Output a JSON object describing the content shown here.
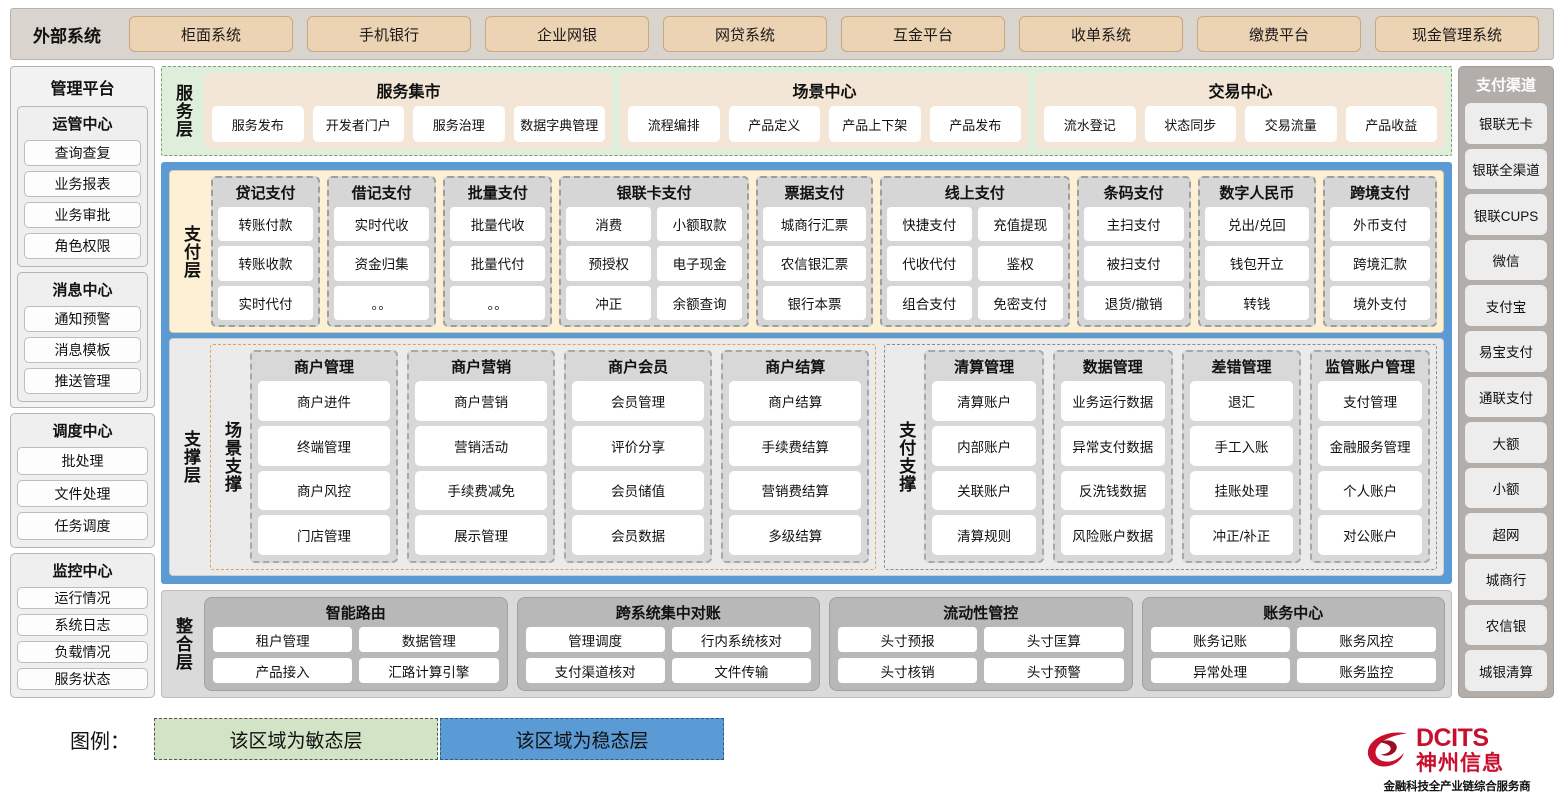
{
  "external": {
    "title": "外部系统",
    "items": [
      "柜面系统",
      "手机银行",
      "企业网银",
      "网贷系统",
      "互金平台",
      "收单系统",
      "缴费平台",
      "现金管理系统"
    ]
  },
  "management": {
    "title": "管理平台",
    "groups": [
      {
        "title": "运管中心",
        "items": [
          "查询查复",
          "业务报表",
          "业务审批",
          "角色权限"
        ]
      },
      {
        "title": "消息中心",
        "items": [
          "通知预警",
          "消息模板",
          "推送管理"
        ]
      }
    ],
    "standalone": [
      {
        "title": "调度中心",
        "items": [
          "批处理",
          "文件处理",
          "任务调度"
        ]
      },
      {
        "title": "监控中心",
        "items": [
          "运行情况",
          "系统日志",
          "负载情况",
          "服务状态"
        ]
      }
    ]
  },
  "service_layer": {
    "label": "服务层",
    "groups": [
      {
        "title": "服务集市",
        "items": [
          "服务发布",
          "开发者门户",
          "服务治理",
          "数据字典管理"
        ]
      },
      {
        "title": "场景中心",
        "items": [
          "流程编排",
          "产品定义",
          "产品上下架",
          "产品发布"
        ]
      },
      {
        "title": "交易中心",
        "items": [
          "流水登记",
          "状态同步",
          "交易流量",
          "产品收益"
        ]
      }
    ]
  },
  "payment_layer": {
    "label": "支付层",
    "groups": [
      {
        "title": "贷记支付",
        "cols": 1,
        "flex": 1.0,
        "items": [
          "转账付款",
          "转账收款",
          "实时代付"
        ]
      },
      {
        "title": "借记支付",
        "cols": 1,
        "flex": 1.0,
        "items": [
          "实时代收",
          "资金归集",
          "。。"
        ]
      },
      {
        "title": "批量支付",
        "cols": 1,
        "flex": 1.0,
        "items": [
          "批量代收",
          "批量代付",
          "。。"
        ]
      },
      {
        "title": "银联卡支付",
        "cols": 2,
        "flex": 1.85,
        "items": [
          "消费",
          "小额取款",
          "预授权",
          "电子现金",
          "冲正",
          "余额查询"
        ]
      },
      {
        "title": "票据支付",
        "cols": 1,
        "flex": 1.08,
        "items": [
          "城商行汇票",
          "农信银汇票",
          "银行本票"
        ]
      },
      {
        "title": "线上支付",
        "cols": 2,
        "flex": 1.85,
        "items": [
          "快捷支付",
          "充值提现",
          "代收代付",
          "鉴权",
          "组合支付",
          "免密支付"
        ]
      },
      {
        "title": "条码支付",
        "cols": 1,
        "flex": 1.05,
        "items": [
          "主扫支付",
          "被扫支付",
          "退货/撤销"
        ]
      },
      {
        "title": "数字人民币",
        "cols": 1,
        "flex": 1.1,
        "items": [
          "兑出/兑回",
          "钱包开立",
          "转钱"
        ]
      },
      {
        "title": "跨境支付",
        "cols": 1,
        "flex": 1.05,
        "items": [
          "外币支付",
          "跨境汇款",
          "境外支付"
        ]
      }
    ]
  },
  "support_layer": {
    "label": "支撑层",
    "sections": [
      {
        "label": "场景支撑",
        "groups": [
          {
            "title": "商户管理",
            "items": [
              "商户进件",
              "终端管理",
              "商户风控",
              "门店管理"
            ]
          },
          {
            "title": "商户营销",
            "items": [
              "商户营销",
              "营销活动",
              "手续费减免",
              "展示管理"
            ]
          },
          {
            "title": "商户会员",
            "items": [
              "会员管理",
              "评价分享",
              "会员储值",
              "会员数据"
            ]
          },
          {
            "title": "商户结算",
            "items": [
              "商户结算",
              "手续费结算",
              "营销费结算",
              "多级结算"
            ]
          }
        ]
      },
      {
        "label": "支付支撑",
        "groups": [
          {
            "title": "清算管理",
            "items": [
              "清算账户",
              "内部账户",
              "关联账户",
              "清算规则"
            ]
          },
          {
            "title": "数据管理",
            "items": [
              "业务运行数据",
              "异常支付数据",
              "反洗钱数据",
              "风险账户数据"
            ]
          },
          {
            "title": "差错管理",
            "items": [
              "退汇",
              "手工入账",
              "挂账处理",
              "冲正/补正"
            ]
          },
          {
            "title": "监管账户管理",
            "items": [
              "支付管理",
              "金融服务管理",
              "个人账户",
              "对公账户"
            ]
          }
        ]
      }
    ]
  },
  "integration_layer": {
    "label": "整合层",
    "groups": [
      {
        "title": "智能路由",
        "items": [
          "租户管理",
          "数据管理",
          "产品接入",
          "汇路计算引擎"
        ]
      },
      {
        "title": "跨系统集中对账",
        "items": [
          "管理调度",
          "行内系统核对",
          "支付渠道核对",
          "文件传输"
        ]
      },
      {
        "title": "流动性管控",
        "items": [
          "头寸预报",
          "头寸匡算",
          "头寸核销",
          "头寸预警"
        ]
      },
      {
        "title": "账务中心",
        "items": [
          "账务记账",
          "账务风控",
          "异常处理",
          "账务监控"
        ]
      }
    ]
  },
  "channels": {
    "title": "支付渠道",
    "items": [
      "银联无卡",
      "银联全渠道",
      "银联CUPS",
      "微信",
      "支付宝",
      "易宝支付",
      "通联支付",
      "大额",
      "小额",
      "超网",
      "城商行",
      "农信银",
      "城银清算"
    ]
  },
  "legend": {
    "label": "图例：",
    "agile": "该区域为敏态层",
    "stable": "该区域为稳态层"
  },
  "logo": {
    "en": "DCITS",
    "cn": "神州信息",
    "tagline": "金融科技全产业链综合服务商",
    "brand_color": "#c8102e"
  },
  "colors": {
    "agile_green": "#dfeeda",
    "stable_blue": "#5b9bd5",
    "payment_cream": "#fdf0d5",
    "external_tan": "#ecd3b3"
  }
}
